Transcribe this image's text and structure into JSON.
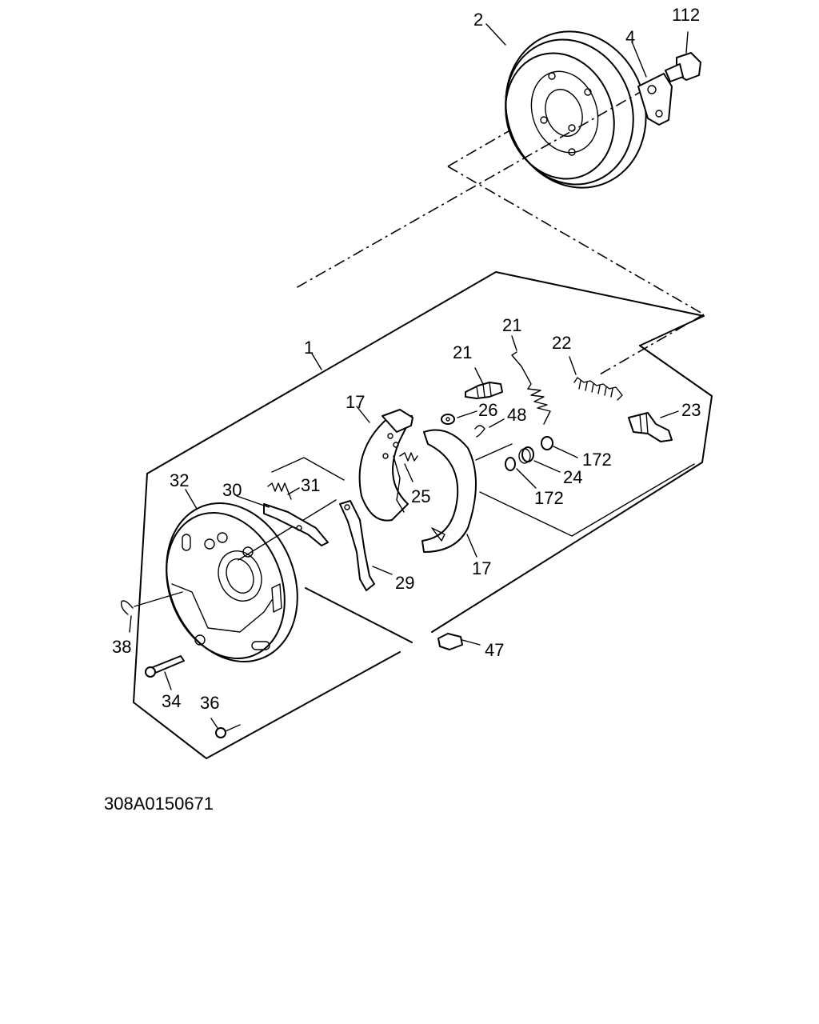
{
  "diagram": {
    "labels": {
      "drum": "2",
      "bracket": "4",
      "bolt_top": "112",
      "assembly": "1",
      "spring_21a": "21",
      "spring_21b": "21",
      "spring_22": "22",
      "cylinder_23": "23",
      "shoe_upper": "17",
      "washer_26": "26",
      "clip_48": "48",
      "washer_172a": "172",
      "spring_24": "24",
      "washer_172b": "172",
      "spring_25": "25",
      "backing_32": "32",
      "lever_30": "30",
      "spring_31": "31",
      "lever_29": "29",
      "shoe_lower": "17",
      "ring_38": "38",
      "bolt_47": "47",
      "pin_34": "34",
      "pin_36": "36"
    },
    "code": "308A0150671"
  }
}
